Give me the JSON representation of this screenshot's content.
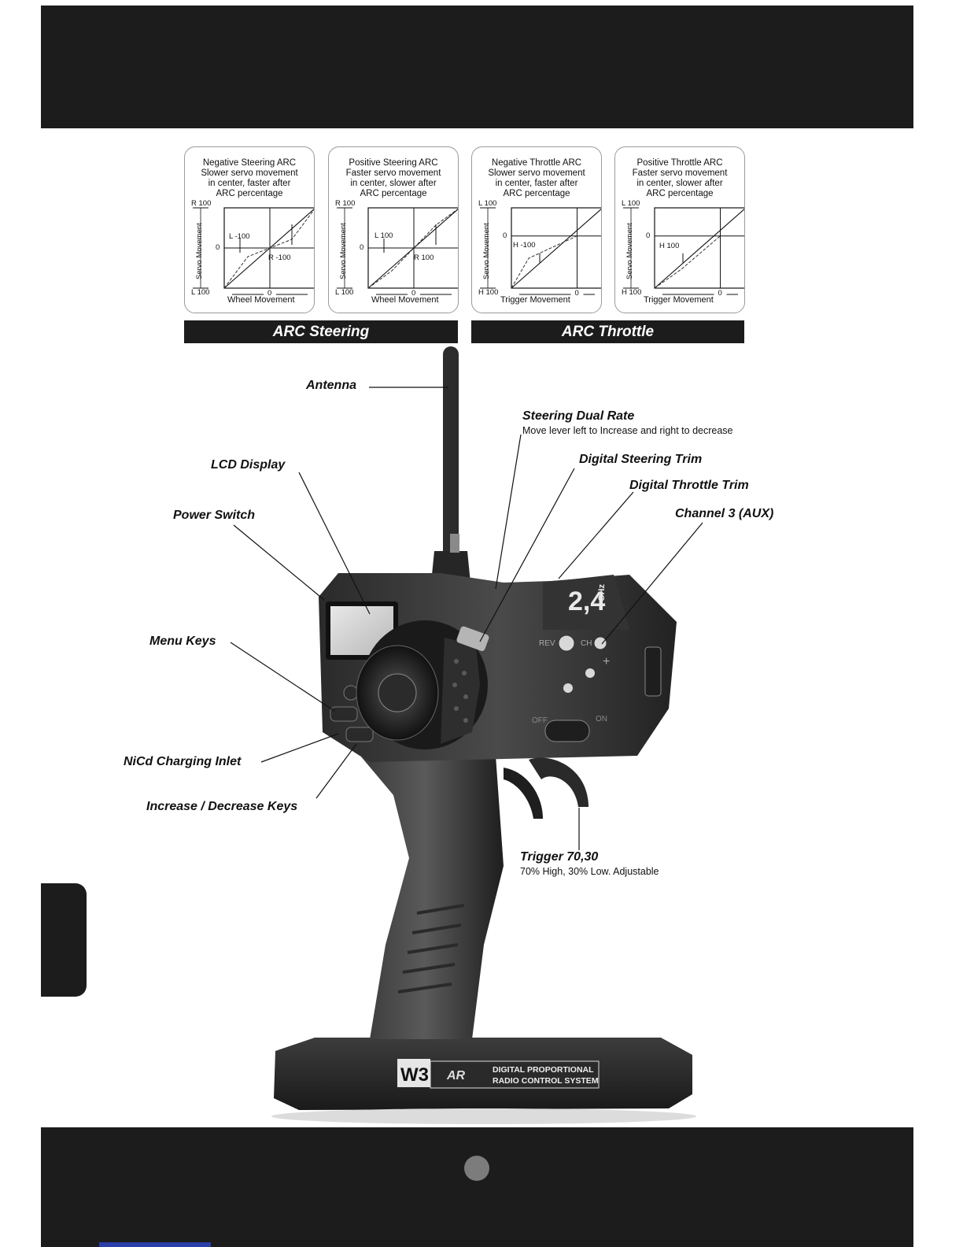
{
  "arc_cards": [
    {
      "title_lines": [
        "Negative Steering ARC",
        "Slower servo movement",
        "in center, faster after",
        "ARC percentage"
      ],
      "y_top": "R 100",
      "y_bottom": "L 100",
      "y_axis": "Servo Movement",
      "y_mid": "0",
      "x_mid": "0",
      "x_label": "Wheel Movement",
      "mark_a": "L -100",
      "mark_b": "R -100"
    },
    {
      "title_lines": [
        "Positive Steering ARC",
        "Faster servo movement",
        "in center, slower after",
        "ARC percentage"
      ],
      "y_top": "R 100",
      "y_bottom": "L 100",
      "y_axis": "Servo Movement",
      "y_mid": "0",
      "x_mid": "0",
      "x_label": "Wheel Movement",
      "mark_a": "L 100",
      "mark_b": "R 100"
    },
    {
      "title_lines": [
        "Negative Throttle ARC",
        "Slower servo movement",
        "in center, faster after",
        "ARC percentage"
      ],
      "y_top": "L 100",
      "y_bottom": "H 100",
      "y_axis": "Servo Movement",
      "y_mid": "0",
      "x_mid": "0",
      "x_label": "Trigger Movement",
      "mark_a": "H -100"
    },
    {
      "title_lines": [
        "Positive Throttle ARC",
        "Faster servo movement",
        "in center, slower after",
        "ARC percentage"
      ],
      "y_top": "L 100",
      "y_bottom": "H 100",
      "y_axis": "Servo Movement",
      "y_mid": "0",
      "x_mid": "0",
      "x_label": "Trigger Movement",
      "mark_a": "H 100"
    }
  ],
  "section_titles": {
    "steering": "ARC Steering",
    "throttle": "ARC Throttle"
  },
  "callouts": {
    "antenna": "Antenna",
    "steering_dual_rate": "Steering Dual Rate",
    "steering_dual_rate_desc": "Move lever left to Increase and right to decrease",
    "lcd_display": "LCD Display",
    "digital_steering_trim": "Digital Steering Trim",
    "digital_throttle_trim": "Digital Throttle Trim",
    "power_switch": "Power Switch",
    "channel3": "Channel 3 (AUX)",
    "menu_keys": "Menu Keys",
    "nicd_inlet": "NiCd Charging Inlet",
    "inc_dec_keys": "Increase / Decrease Keys",
    "trigger": "Trigger  70,30",
    "trigger_desc": "70% High, 30% Low. Adjustable"
  },
  "transmitter": {
    "band": "2,4",
    "band_unit": "GHz",
    "model": "W3",
    "brand": "AR",
    "base_line1": "DIGITAL PROPORTIONAL",
    "base_line2": "RADIO CONTROL SYSTEM",
    "switch_off": "OFF",
    "switch_on": "ON",
    "rev_label": "REV",
    "ch_label": "CH",
    "plus": "+"
  },
  "colors": {
    "band": "#1c1c1c",
    "page_dot": "#7c7c7c",
    "accent_strip": "#2b3fa8"
  }
}
